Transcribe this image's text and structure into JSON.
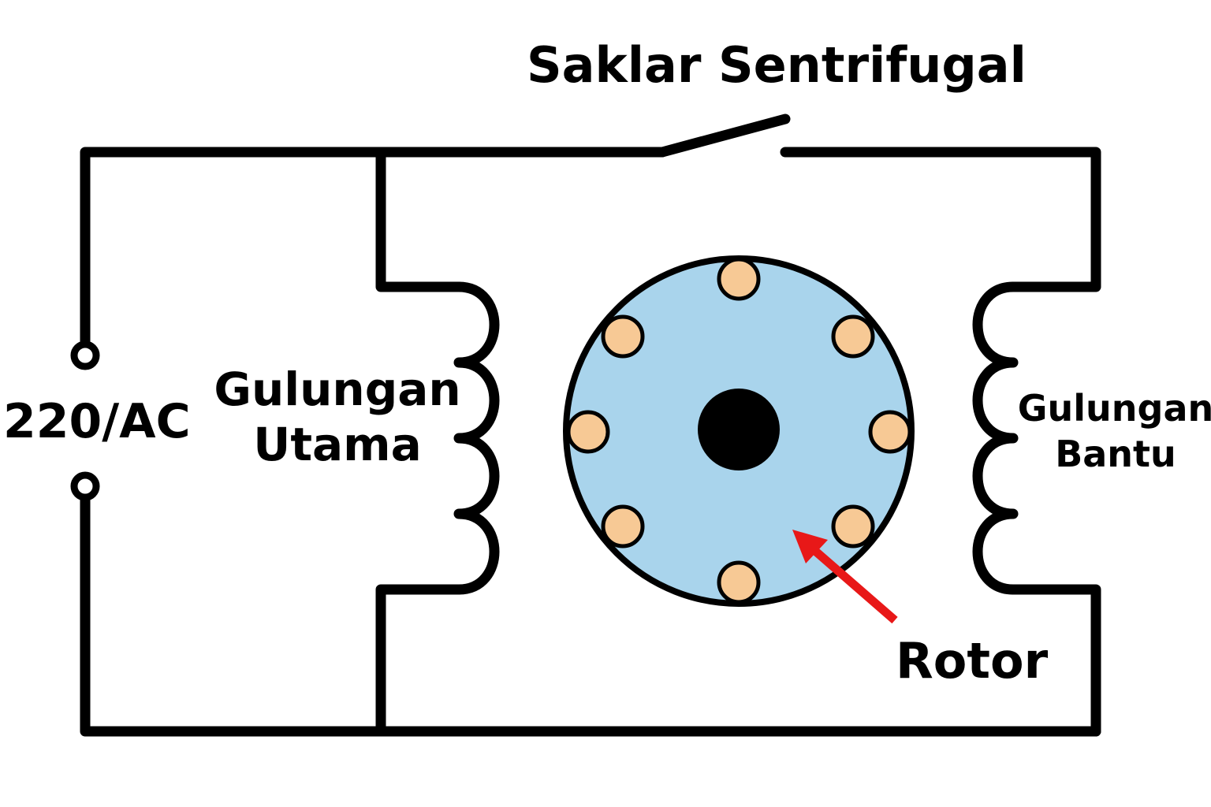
{
  "diagram": {
    "switch_label": "Saklar Sentrifugal",
    "source_label": "220/AC",
    "main_winding": {
      "line1": "Gulungan",
      "line2": "Utama"
    },
    "aux_winding": {
      "line1": "Gulungan",
      "line2": "Bantu"
    },
    "rotor_label": "Rotor",
    "colors": {
      "wire": "#000000",
      "rotor_fill": "#a9d4ec",
      "rotor_slot_fill": "#f7c995",
      "shaft": "#000000",
      "arrow": "#e81818",
      "background": "#ffffff"
    },
    "icons": [
      "ac-terminal-icon",
      "centrifugal-switch-icon",
      "coil-icon",
      "rotor-icon",
      "arrow-icon"
    ]
  }
}
